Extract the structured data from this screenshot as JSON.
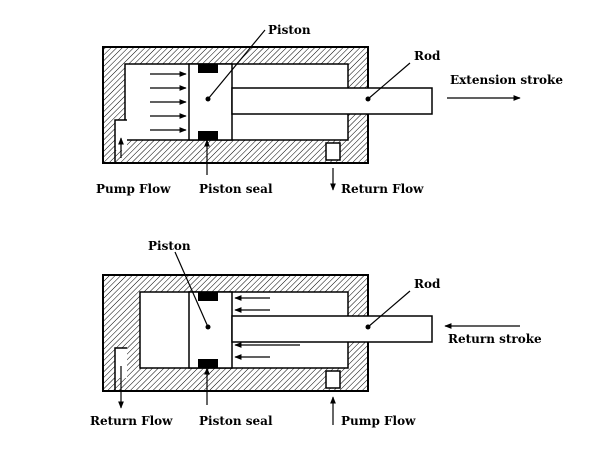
{
  "top": {
    "piston_label": "Piston",
    "rod_label": "Rod",
    "stroke_label": "Extension  stroke",
    "pump_label": "Pump Flow",
    "seal_label": "Piston seal",
    "return_label": "Return Flow"
  },
  "bottom": {
    "piston_label": "Piston",
    "rod_label": "Rod",
    "stroke_label": "Return  stroke",
    "return_label": "Return  Flow",
    "seal_label": "Piston seal",
    "pump_label": "Pump Flow"
  },
  "colors": {
    "line": "#000000",
    "seal": "#000000",
    "background": "#ffffff"
  }
}
